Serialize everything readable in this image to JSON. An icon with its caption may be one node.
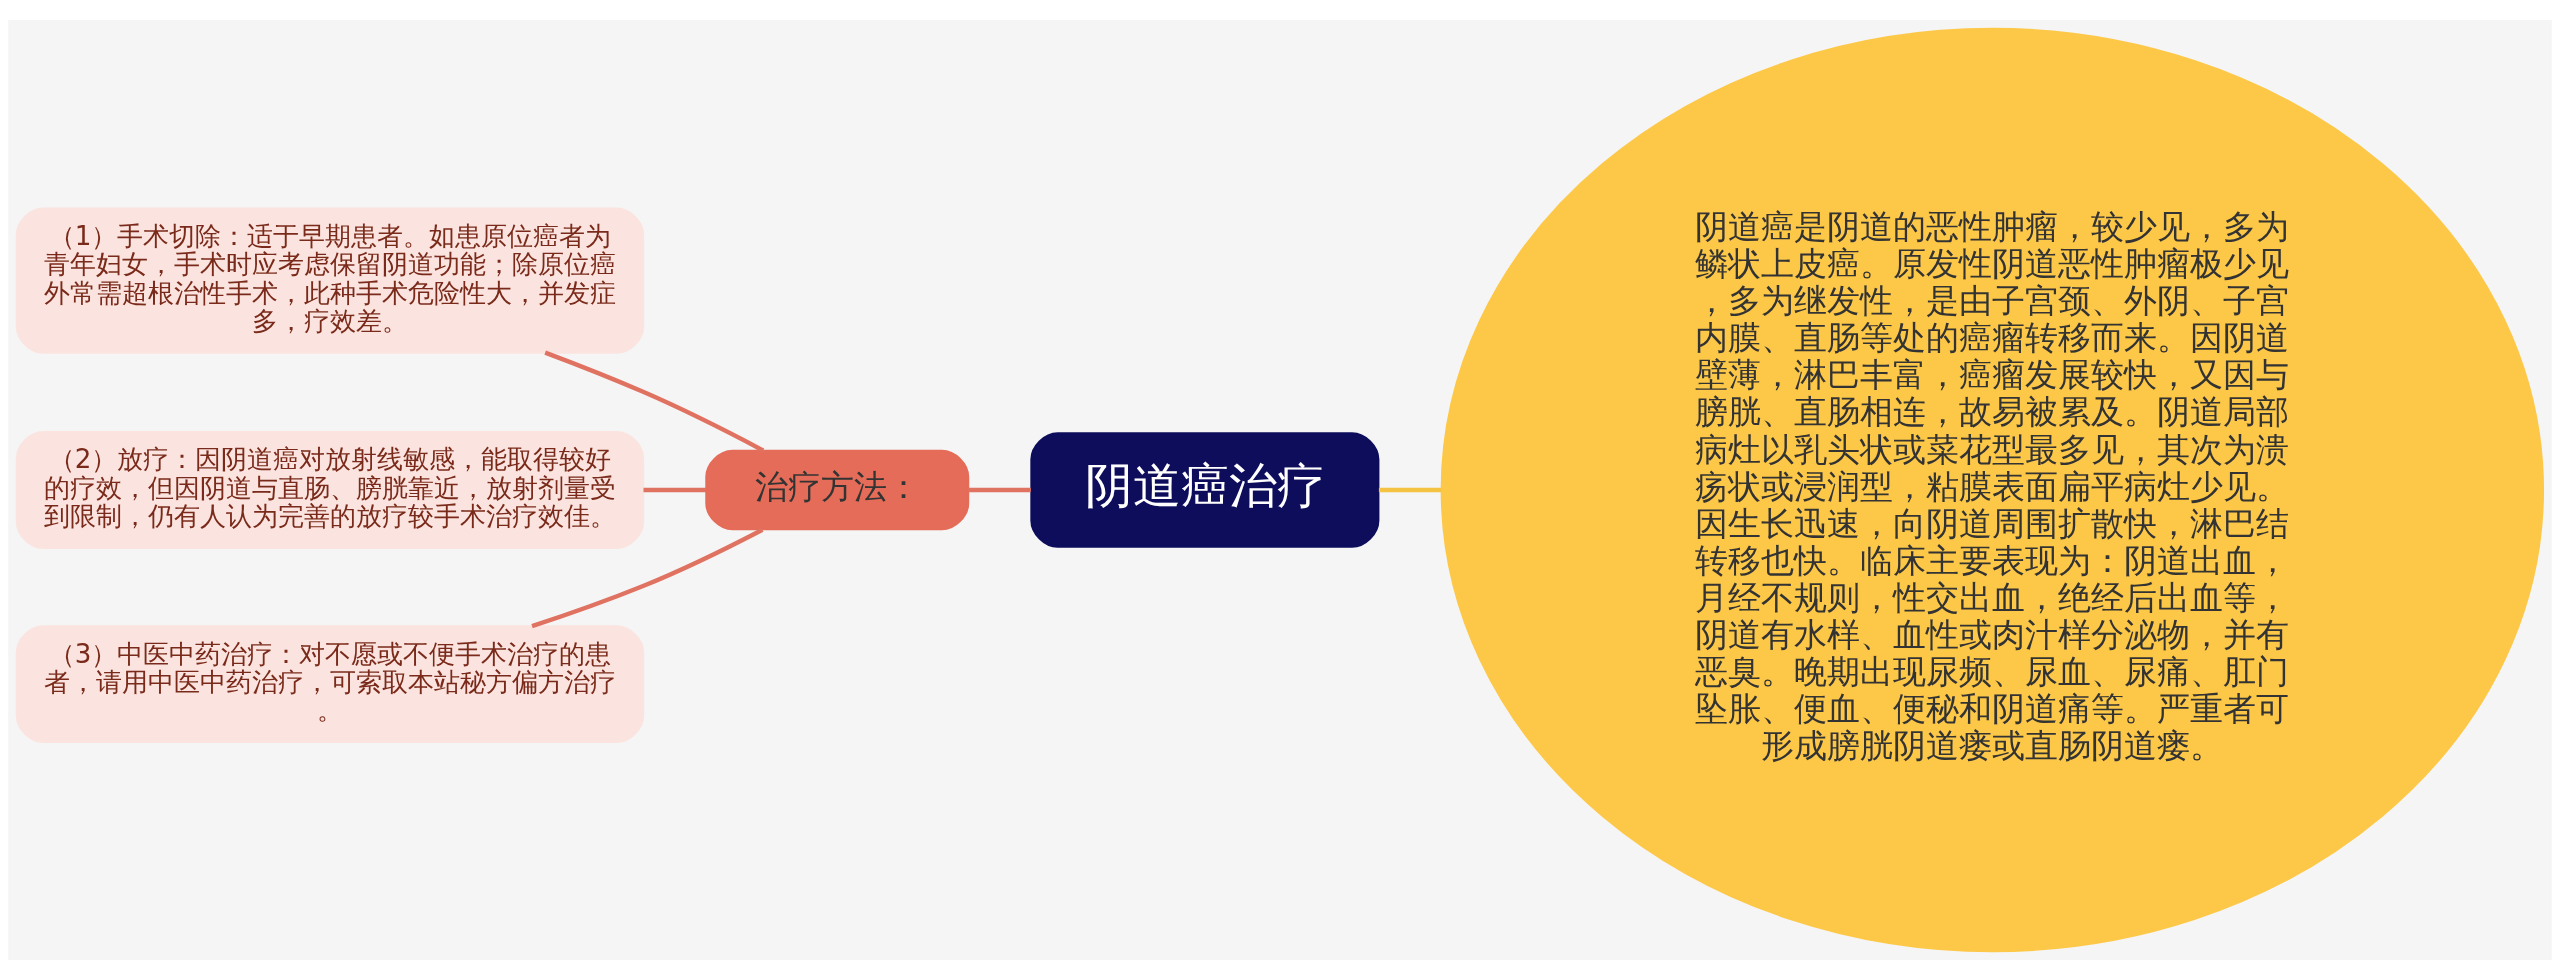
{
  "diagram": {
    "nodes": [
      {
        "text": [
          "阴道癌治疗"
        ]
      },
      {
        "text": [
          "治疗方法："
        ]
      },
      {
        "text": [
          "（1）手术切除：适于早期患者。如患原位癌者为青年妇女，手术时应考虑保留阴道功能；除原位癌外常需超根治性手术，此种手术危险性大，并发症多，疗效差。"
        ]
      },
      {
        "text": [
          "（2）放疗：因阴道癌对放射线敏感，能取得较好的疗效，但因阴道与直肠、膀胱靠近，放射剂量受到限制，仍有人认为完善的放疗较手术治疗效佳。"
        ]
      },
      {
        "text": [
          "（3）中医中药治疗：对不愿或不便手术治疗的患者，请用中医中药治疗，可索取本站秘方偏方治疗。"
        ]
      },
      {
        "text": [
          "阴道癌是阴道的恶性肿瘤，较少见，多为鳞状上皮癌。原发性阴道恶性肿瘤极少见，多为继发性，是由子宫颈、外阴、子宫内膜、直肠等处的癌瘤转移而来。因阴道壁薄，淋巴丰富，癌瘤发展较快，又因与膀胱、直肠相连，故易被累及。阴道局部病灶以乳头状或菜花型最多见，其次为溃疡状或浸润型，粘膜表面扁平病灶少见。因生长迅速，向阴道周围扩散快，淋巴结转移也快。临床主要表现为：阴道出血，月经不规则，性交出血，绝经后出血等，阴道有水样、血性或肉汁样分泌物，并有恶臭。晚期出现尿频、尿血、尿痛、肛门坠胀、便血、便秘和阴道痛等。严重者可形成膀胱阴道瘘或直肠阴道瘘。"
        ]
      }
    ],
    "edges": [
      {
        "from": 1,
        "to": 0,
        "arrow": "none"
      },
      {
        "from": 2,
        "to": 1,
        "arrow": "none"
      },
      {
        "from": 3,
        "to": 1,
        "arrow": "none"
      },
      {
        "from": 4,
        "to": 1,
        "arrow": "none"
      },
      {
        "from": 0,
        "to": 5,
        "arrow": "none",
        "color": "#f5c342"
      }
    ]
  }
}
